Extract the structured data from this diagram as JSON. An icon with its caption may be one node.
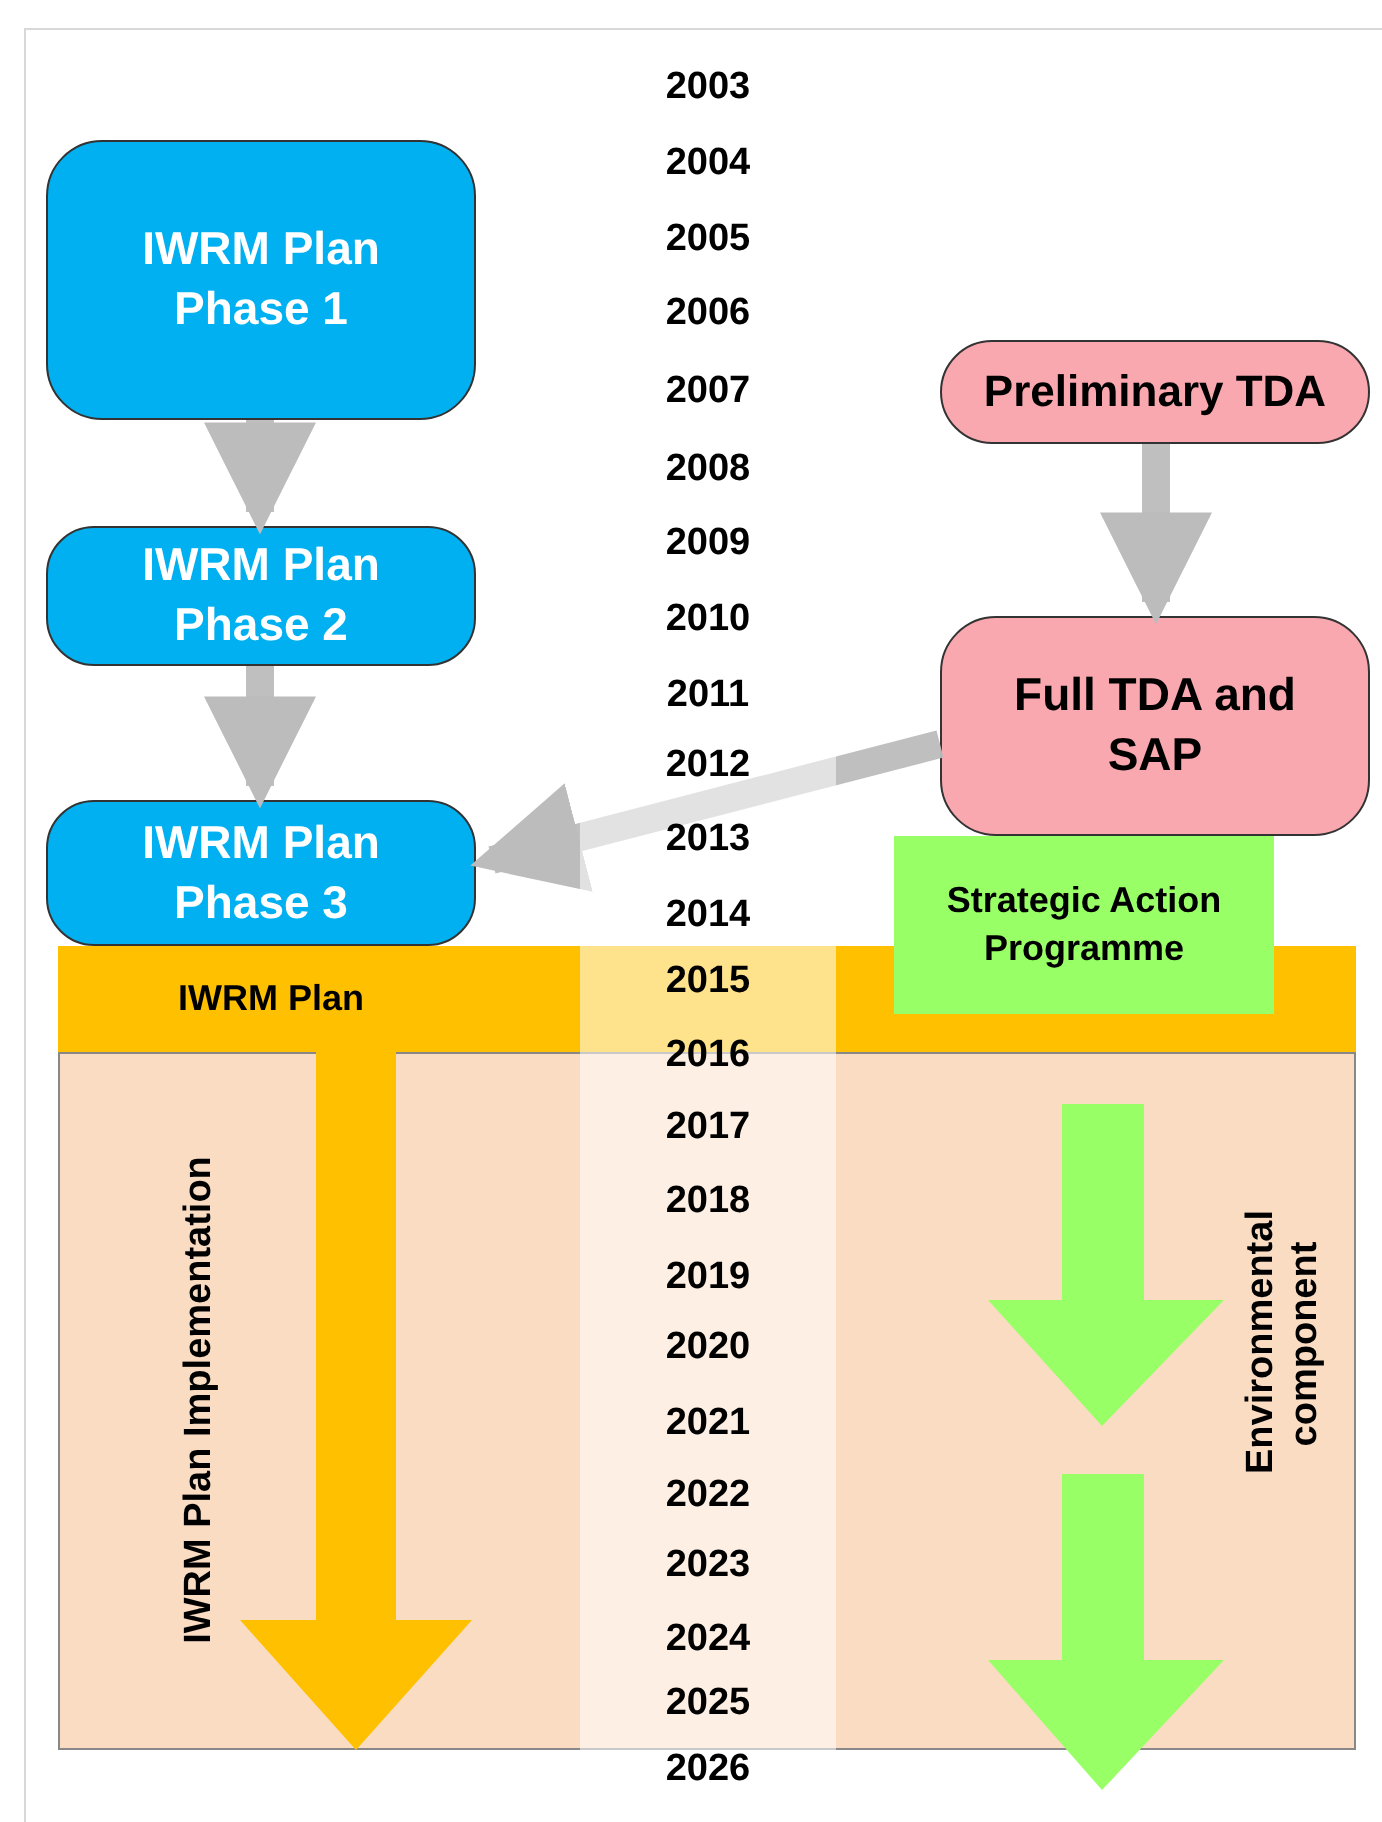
{
  "diagram": {
    "nodes": [
      {
        "text": [
          "IWRM Plan Phase 1"
        ]
      },
      {
        "text": [
          "IWRM Plan Phase 2"
        ]
      },
      {
        "text": [
          "IWRM Plan Phase 3"
        ]
      },
      {
        "text": [
          "Preliminary TDA"
        ]
      },
      {
        "text": [
          "Full TDA and SAP"
        ]
      },
      {
        "text": [
          "Strategic Action Programme"
        ]
      },
      {
        "text": [
          "IWRM Plan"
        ]
      }
    ],
    "edges": [
      {
        "from": 0,
        "to": 1,
        "arrow": "to"
      },
      {
        "from": 1,
        "to": 2,
        "arrow": "to"
      },
      {
        "from": 3,
        "to": 4,
        "arrow": "to"
      },
      {
        "from": 4,
        "to": 2,
        "arrow": "to"
      }
    ],
    "labels": [
      "2003",
      "2004",
      "2005",
      "2006",
      "2007",
      "2008",
      "2009",
      "2010",
      "2011",
      "2012",
      "2013",
      "2014",
      "2015",
      "2016",
      "2017",
      "2018",
      "2019",
      "2020",
      "2021",
      "2022",
      "2023",
      "2024",
      "2025",
      "2026",
      "IWRM Plan Implementation",
      "Environmental component"
    ]
  }
}
